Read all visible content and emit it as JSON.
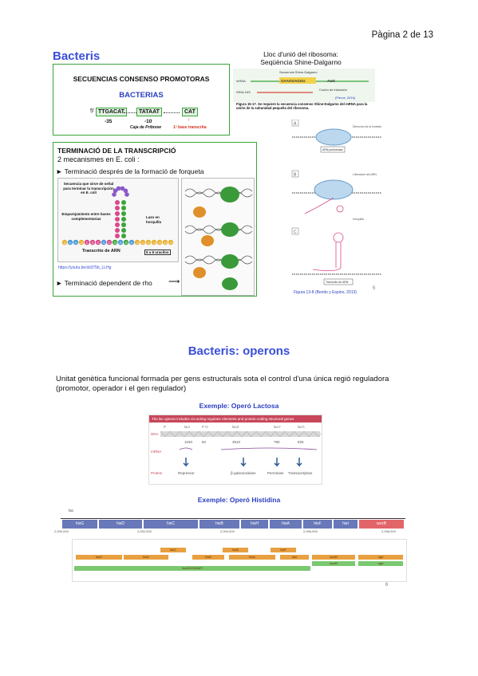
{
  "page_number": "Pàgina 2 de 13",
  "section1": {
    "title": "Bacteris",
    "ribosome_title_line1": "Lloc d'unió del ribosoma:",
    "ribosome_title_line2": "Seqüència Shine-Dalgarno",
    "ribo_fig": {
      "label_sd": "Secuencia Shine-Dalgarno",
      "label_mrna": "mRNA",
      "label_rrna": "rRNA 16S",
      "label_start": "Codón de iniciación",
      "seq_mrna": "GAAGGAGGU",
      "start_codon": "AUG",
      "cite": "(Pierce, 2016)",
      "caption": "Figura 15-17. Se requiere la secuencia consenso Shine-Dalgarno del mRNA para la unión de la subunidad pequeña del ribosoma."
    },
    "promoter_box": {
      "title": "SECUENCIAS CONSENSO PROMOTORAS",
      "subtitle": "BACTERIAS",
      "five_prime": "5'",
      "seq1": "TTGACAT",
      "seq2": "TATAAT",
      "seq3": "CAT",
      "pos1": "-35",
      "pos2": "-10",
      "pribnow": "Caja de Pribnow",
      "first_base": "1ª base transcrita"
    },
    "termination_box": {
      "title": "TERMINACIÓ DE LA TRANSCRIPCIÓ",
      "subtitle": "2 mecanismes en E. coli :",
      "item1": "► Terminació després de la formació de forqueta",
      "item2": "► Terminació dependent de rho",
      "link": "https://youtu.be/sti375b_LLHg",
      "hairpin_label": "Secuencia que sirve de señal para terminar la transcripción en E. coli",
      "pairing_label": "Emparejamiento entre bases complementarias",
      "loop_label": "Lazo en horquilla",
      "rna_label": "Transcrito de ARN",
      "uracil_label": "5 a 8 uracilos",
      "rna_seq": "UAAUCCCACGAGAUUUUUUU"
    },
    "right_figure": {
      "panel_a": "A",
      "panel_b": "B",
      "panel_c": "C",
      "label_dir": "Dirección de la síntesis",
      "label_pol": "ARN polimerasa",
      "label_release": "Liberación del ARN",
      "label_hairpin": "Horquilla",
      "label_transcript": "Transcrito de ARN",
      "caption": "Figura 13-8 (Benito y Espino, 2013)",
      "mark": "5"
    }
  },
  "section2": {
    "title": "Bacteris: operons",
    "definition": "Unitat genètica funcional formada per gens estructurals sota el control d'una única regió reguladora (promotor, operador i el gen regulador)",
    "example1": "Exemple: Operó Lactosa",
    "lac": {
      "header": "The lac operon includes cis-acting regulator elements and protein-coding structural genes",
      "genes": [
        "P",
        "lacI",
        "P O",
        "lacZ",
        "lacY",
        "lacA"
      ],
      "sizes": [
        "1040",
        "82",
        "3510",
        "780",
        "825"
      ],
      "row_dna": "DNA",
      "row_mrna": "mRNA",
      "row_protein": "Protein",
      "proteins": [
        "Repressor",
        "β-galactosidase",
        "Permease",
        "Transacetylase"
      ]
    },
    "example2": "Exemple: Operó Histidina",
    "his": {
      "genes": [
        "hisG",
        "hisD",
        "hisC",
        "hisB",
        "hisH",
        "hisA",
        "hisF",
        "hisI",
        "wzzB"
      ],
      "ticks": [
        "2,090,000",
        "2,092,000",
        "2,094,000",
        "2,096,000",
        "2,098,000"
      ],
      "orf_row1": [
        "hisC",
        "hisB",
        "hisF"
      ],
      "orf_row2": [
        "hisG",
        "hisD",
        "hisB",
        "hisA",
        "hisI",
        "wzzB",
        "ugd"
      ],
      "mrna_labels": [
        "wzzB",
        "ugd"
      ],
      "his_mrna": "hisGDCBHAFI",
      "arrow_label": "his"
    },
    "page_foot": "6"
  }
}
